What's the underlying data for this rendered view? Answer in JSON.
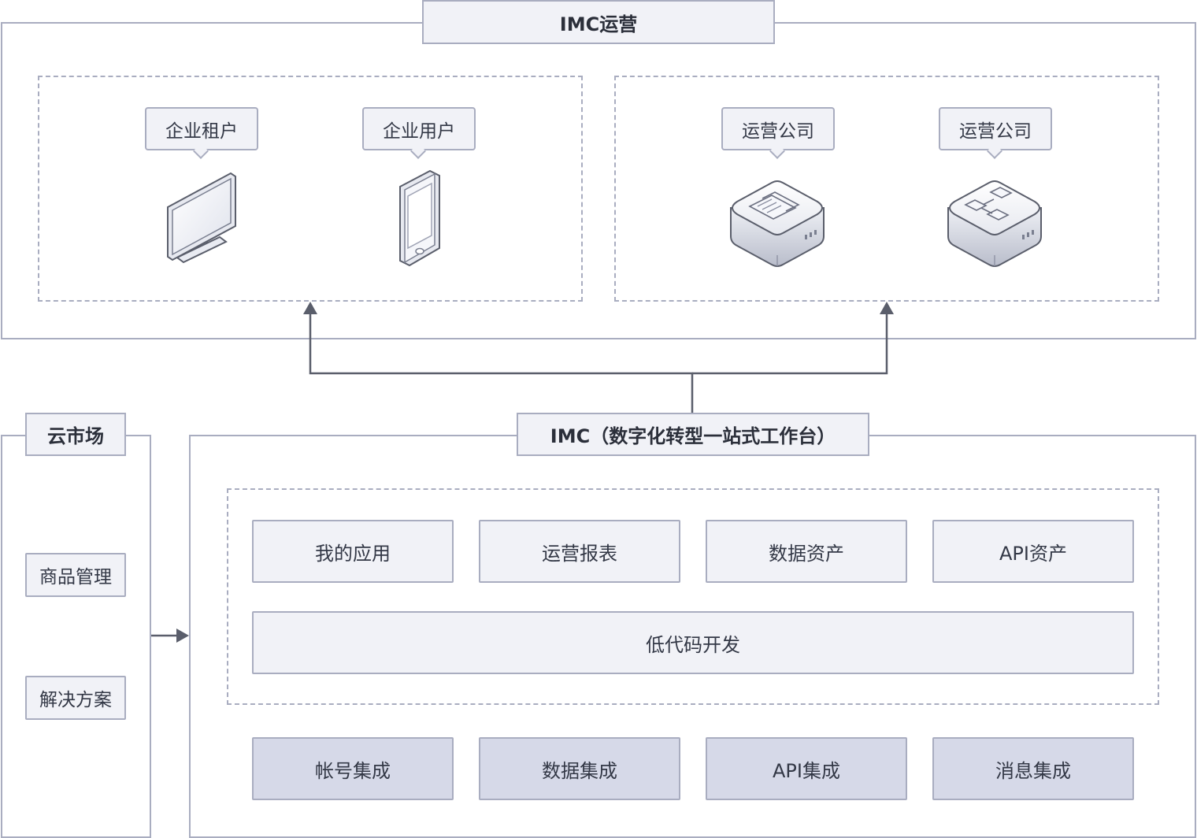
{
  "operations": {
    "title": "IMC运营",
    "left_group": {
      "items": [
        {
          "label": "企业租户",
          "icon": "desktop-monitor-icon"
        },
        {
          "label": "企业用户",
          "icon": "mobile-phone-icon"
        }
      ]
    },
    "right_group": {
      "items": [
        {
          "label": "运营公司",
          "icon": "document-server-icon"
        },
        {
          "label": "运营公司",
          "icon": "flowchart-server-icon"
        }
      ]
    }
  },
  "marketplace": {
    "title": "云市场",
    "items": [
      "商品管理",
      "解决方案"
    ]
  },
  "imc": {
    "title": "IMC（数字化转型一站式工作台）",
    "apps": [
      "我的应用",
      "运营报表",
      "数据资产",
      "API资产"
    ],
    "lowcode": "低代码开发",
    "integrations": [
      "帐号集成",
      "数据集成",
      "API集成",
      "消息集成"
    ]
  },
  "colors": {
    "border": "#a9adc0",
    "box_fill": "#f1f2f7",
    "integration_fill": "#d6d9e8",
    "connector": "#5a5e6b"
  }
}
